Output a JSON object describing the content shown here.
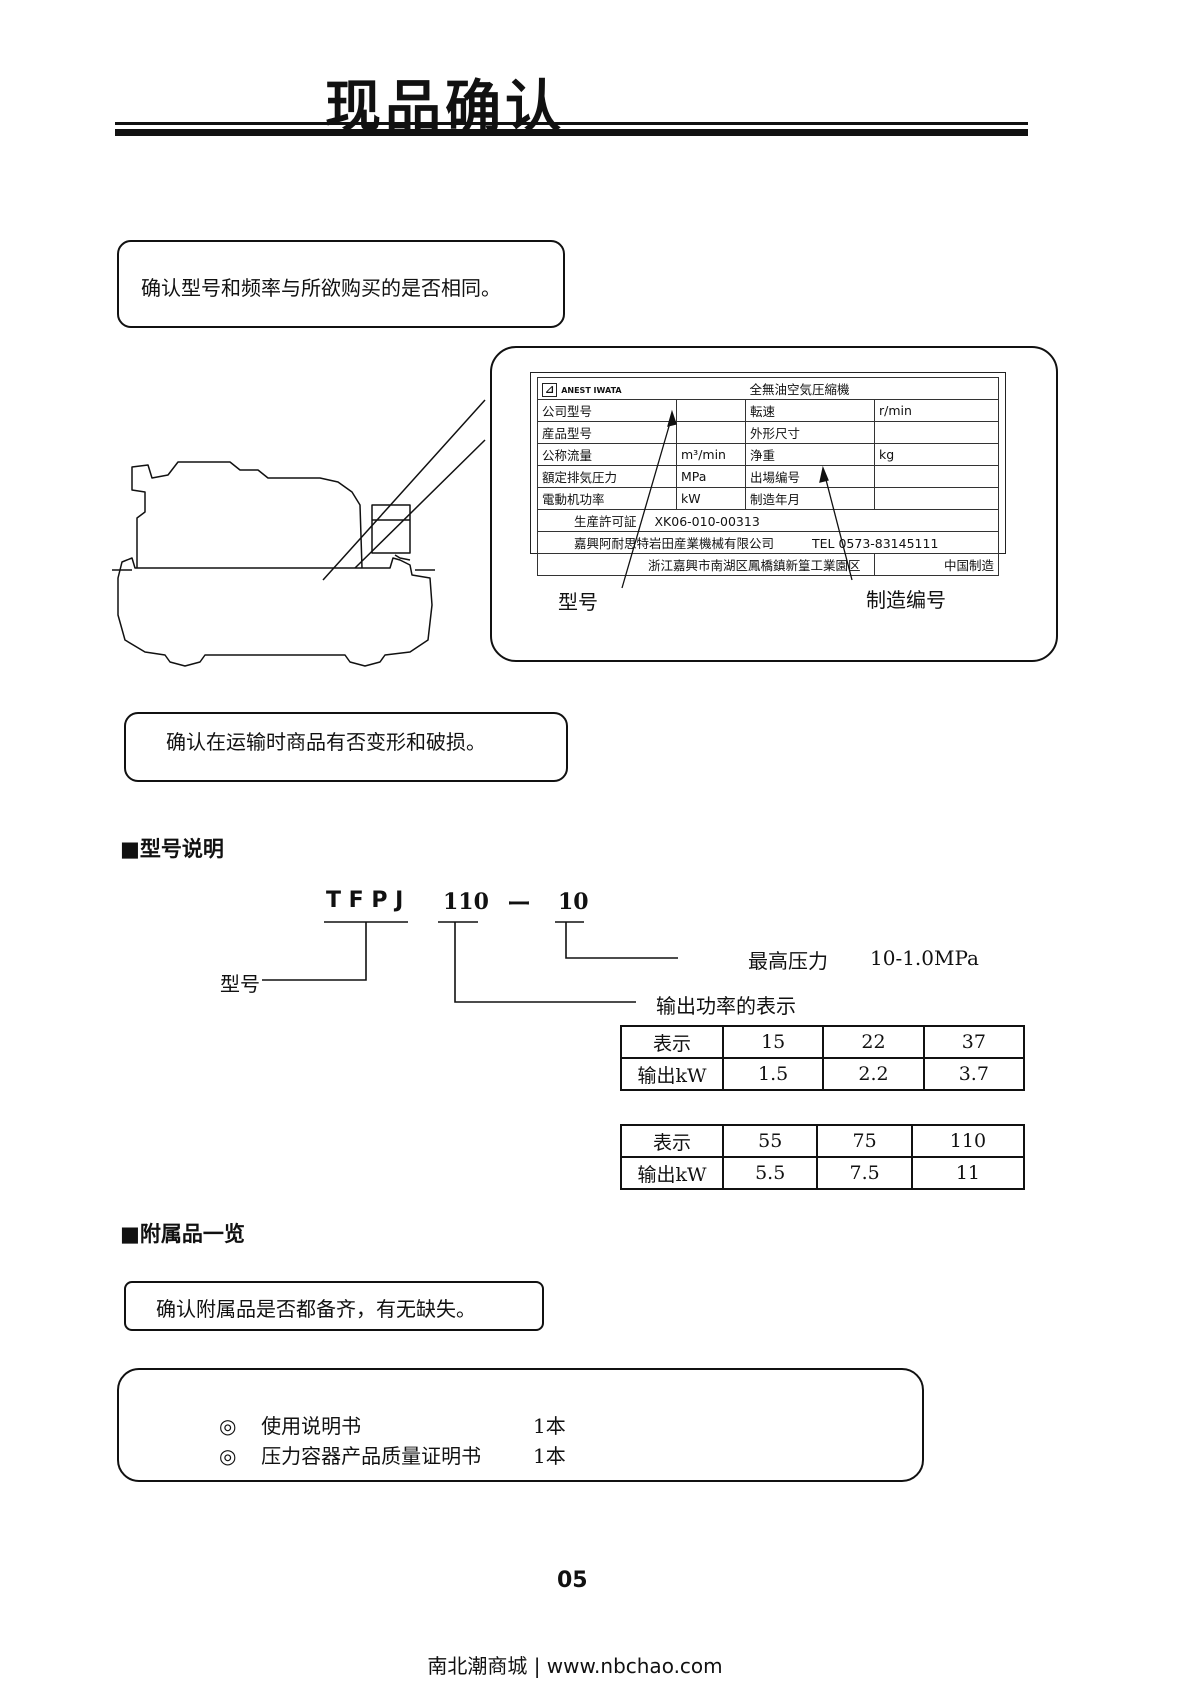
{
  "page": {
    "title": "现品确认",
    "page_number": "05",
    "footer": "南北潮商城 | www.nbchao.com"
  },
  "notes": {
    "check_model": "确认型号和频率与所欲购买的是否相同。",
    "check_damage": "确认在运输时商品有否变形和破损。",
    "check_accessories": "确认附属品是否都备齐，有无缺失。"
  },
  "nameplate": {
    "brand": "ANEST IWATA",
    "product": "全無油空気圧縮機",
    "rows": [
      {
        "l_label": "公司型号",
        "l_unit": "",
        "r_label": "転速",
        "r_unit": "r/min"
      },
      {
        "l_label": "産品型号",
        "l_unit": "",
        "r_label": "外形尺寸",
        "r_unit": ""
      },
      {
        "l_label": "公称流量",
        "l_unit": "m³/min",
        "r_label": "浄重",
        "r_unit": "kg"
      },
      {
        "l_label": "額定排気圧力",
        "l_unit": "MPa",
        "r_label": "出場编号",
        "r_unit": ""
      },
      {
        "l_label": "電動机功率",
        "l_unit": "kW",
        "r_label": "制造年月",
        "r_unit": ""
      }
    ],
    "license_label": "生産許可証",
    "license_no": "XK06-010-00313",
    "company": "嘉興阿耐思特岩田産業機械有限公司",
    "tel": "TEL  0573-83145111",
    "address": "浙江嘉興市南湖区鳳橋鎮新篁工業園区",
    "made_in": "中国制造",
    "callout_model": "型号",
    "callout_serial": "制造编号"
  },
  "model_section": {
    "heading": "■型号说明",
    "code_part1": "T F P J",
    "code_part2": "110",
    "code_dash": "ー",
    "code_part3": "10",
    "label_model": "型号",
    "label_max_pressure": "最高压力",
    "max_pressure_value": "10-1.0MPa",
    "label_output": "输出功率的表示",
    "table1": {
      "row1": [
        "表示",
        "15",
        "22",
        "37"
      ],
      "row2": [
        "输出kW",
        "1.5",
        "2.2",
        "3.7"
      ]
    },
    "table2": {
      "row1": [
        "表示",
        "55",
        "75",
        "110"
      ],
      "row2": [
        "输出kW",
        "5.5",
        "7.5",
        "11"
      ]
    }
  },
  "accessories": {
    "heading": "■附属品一览",
    "items": [
      {
        "mark": "◎",
        "name": "使用说明书",
        "qty": "1本"
      },
      {
        "mark": "◎",
        "name": "压力容器产品质量证明书",
        "qty": "1本"
      }
    ]
  },
  "colors": {
    "ink": "#111111",
    "background": "#ffffff"
  }
}
